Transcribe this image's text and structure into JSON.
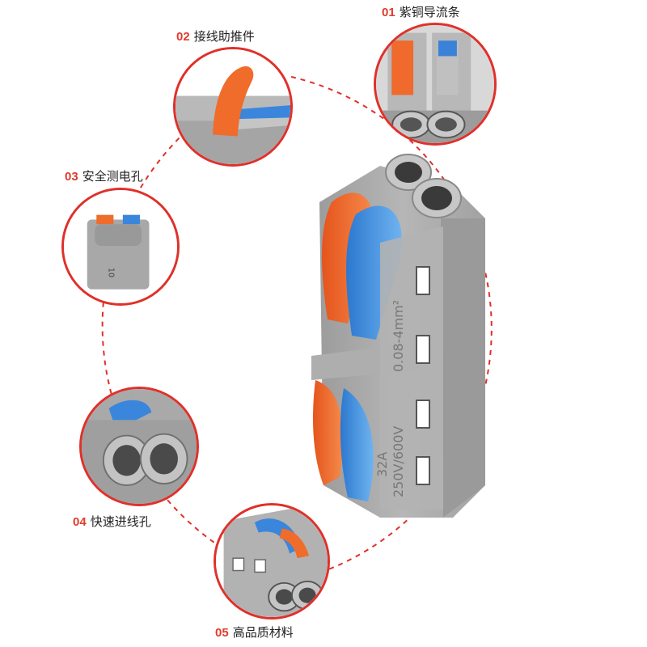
{
  "colors": {
    "accent_red": "#e0302a",
    "connector_gray": "#a9a9a9",
    "lever_orange": "#f06a2a",
    "lever_blue": "#3a8ee0"
  },
  "product": {
    "marking_current": "32A",
    "marking_voltage": "250V/600V",
    "marking_wire": "0.08-4mm²",
    "marking_small": "10"
  },
  "callouts": [
    {
      "num": "01",
      "text": "紫铜导流条"
    },
    {
      "num": "02",
      "text": "接线助推件"
    },
    {
      "num": "03",
      "text": "安全测电孔"
    },
    {
      "num": "04",
      "text": "快速进线孔"
    },
    {
      "num": "05",
      "text": "高品质材料"
    }
  ]
}
